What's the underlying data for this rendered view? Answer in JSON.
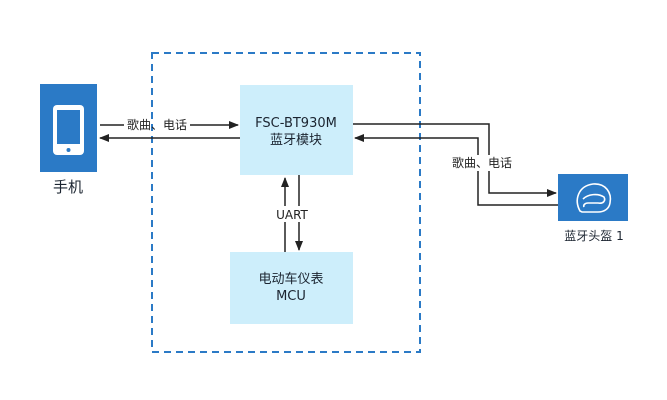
{
  "diagram": {
    "phone": {
      "label": "手机",
      "icon": "smartphone-icon"
    },
    "bt_module": {
      "line1": "FSC-BT930M",
      "line2": "蓝牙模块"
    },
    "mcu": {
      "line1": "电动车仪表",
      "line2": "MCU"
    },
    "helmet": {
      "label": "蓝牙头盔 1",
      "icon": "helmet-icon"
    },
    "link_phone_bt": "歌曲、电话",
    "link_bt_helmet": "歌曲、电话",
    "link_bt_mcu": "UART",
    "colors": {
      "accent_blue": "#2b7ac6",
      "light_box": "#cdeefb",
      "dashed_border": "#2b7ac6",
      "line": "#222222"
    }
  }
}
